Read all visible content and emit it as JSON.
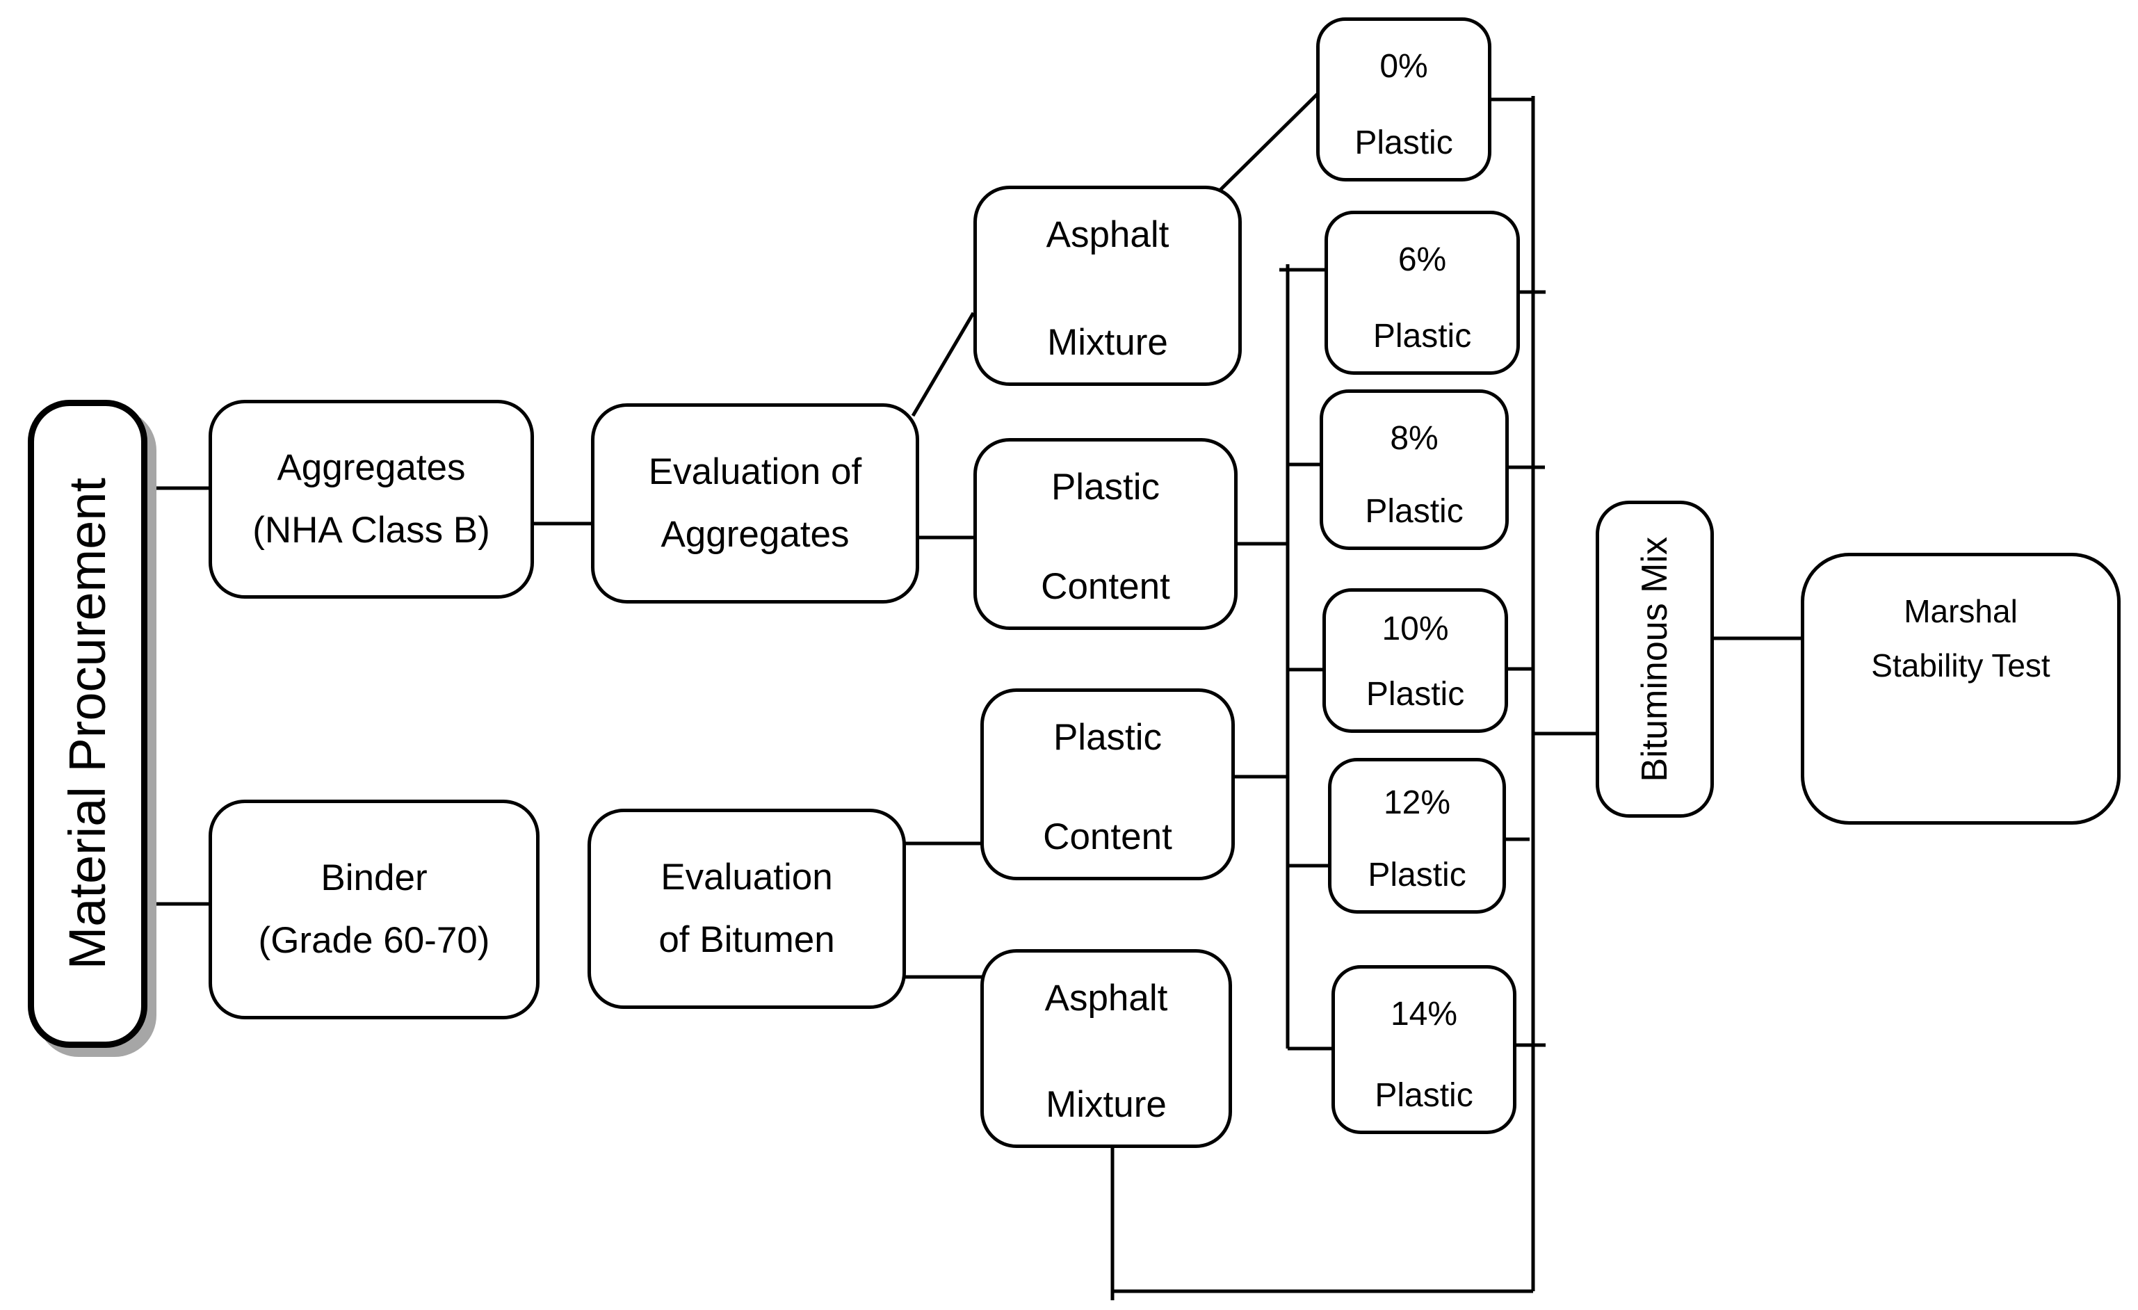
{
  "diagram": {
    "type": "flowchart",
    "colors": {
      "stroke": "#000000",
      "node_fill": "#ffffff",
      "background": "#ffffff",
      "shadow": "#a6a6a6"
    },
    "nodes": {
      "material_procurement": {
        "label": "Material Procurement"
      },
      "aggregates": {
        "line1": "Aggregates",
        "line2": "(NHA Class B)"
      },
      "evaluation_aggregates": {
        "line1": "Evaluation of",
        "line2": "Aggregates"
      },
      "asphalt_mixture_top": {
        "line1": "Asphalt",
        "line2": "Mixture"
      },
      "plastic_content_top": {
        "line1": "Plastic",
        "line2": "Content"
      },
      "binder": {
        "line1": "Binder",
        "line2": "(Grade 60-70)"
      },
      "evaluation_of_bitumen": {
        "line1": "Evaluation",
        "line2": "of Bitumen"
      },
      "plastic_content_bottom": {
        "line1": "Plastic",
        "line2": "Content"
      },
      "asphalt_mixture_bottom": {
        "line1": "Asphalt",
        "line2": "Mixture"
      },
      "plastic_0": {
        "line1": "0%",
        "line2": "Plastic"
      },
      "plastic_6": {
        "line1": "6%",
        "line2": "Plastic"
      },
      "plastic_8": {
        "line1": "8%",
        "line2": "Plastic"
      },
      "plastic_10": {
        "line1": "10%",
        "line2": "Plastic"
      },
      "plastic_12": {
        "line1": "12%",
        "line2": "Plastic"
      },
      "plastic_14": {
        "line1": "14%",
        "line2": "Plastic"
      },
      "bituminous_mix": {
        "label": "Bituminous Mix"
      },
      "marshal_stability_test": {
        "line1": "Marshal",
        "line2": "Stability Test"
      }
    },
    "edges": [
      {
        "from": "Material Procurement",
        "to": "Aggregates (NHA Class B)"
      },
      {
        "from": "Material Procurement",
        "to": "Binder (Grade 60-70)"
      },
      {
        "from": "Aggregates (NHA Class B)",
        "to": "Evaluation of Aggregates"
      },
      {
        "from": "Evaluation of Aggregates",
        "to": "Asphalt Mixture"
      },
      {
        "from": "Evaluation of Aggregates",
        "to": "Plastic Content"
      },
      {
        "from": "Asphalt Mixture",
        "to": "0% Plastic"
      },
      {
        "from": "Plastic Content",
        "to": "6% Plastic"
      },
      {
        "from": "Plastic Content",
        "to": "8% Plastic"
      },
      {
        "from": "Plastic Content",
        "to": "10% Plastic"
      },
      {
        "from": "Plastic Content",
        "to": "12% Plastic"
      },
      {
        "from": "Plastic Content",
        "to": "14% Plastic"
      },
      {
        "from": "Binder (Grade 60-70)",
        "to": "Evaluation of Bitumen"
      },
      {
        "from": "Evaluation of Bitumen",
        "to": "Plastic Content"
      },
      {
        "from": "Evaluation of Bitumen",
        "to": "Asphalt Mixture"
      },
      {
        "from": "Asphalt Mixture",
        "to": "Bituminous Mix"
      },
      {
        "from": "0% Plastic",
        "to": "Bituminous Mix"
      },
      {
        "from": "6% Plastic",
        "to": "Bituminous Mix"
      },
      {
        "from": "8% Plastic",
        "to": "Bituminous Mix"
      },
      {
        "from": "10% Plastic",
        "to": "Bituminous Mix"
      },
      {
        "from": "12% Plastic",
        "to": "Bituminous Mix"
      },
      {
        "from": "14% Plastic",
        "to": "Bituminous Mix"
      },
      {
        "from": "Bituminous Mix",
        "to": "Marshal Stability Test"
      }
    ]
  }
}
